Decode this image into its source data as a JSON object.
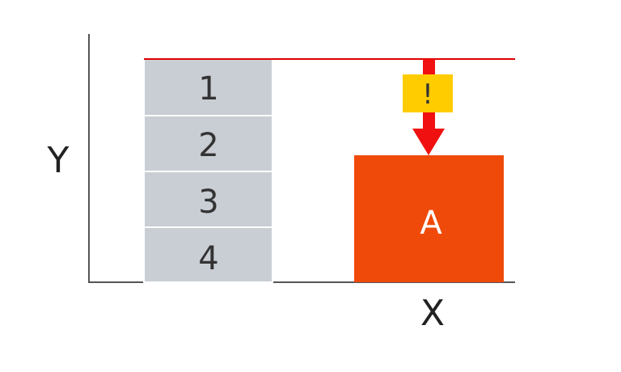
{
  "axes": {
    "x_label": "X",
    "y_label": "Y"
  },
  "stack": {
    "blocks": [
      {
        "label": "1"
      },
      {
        "label": "2"
      },
      {
        "label": "3"
      },
      {
        "label": "4"
      }
    ]
  },
  "box": {
    "label": "A"
  },
  "warning": {
    "label": "!"
  },
  "colors": {
    "stack_block": "#c9ced4",
    "box": "#ef4a0a",
    "limit_line": "#e00000",
    "arrow": "#f01010",
    "warning_badge": "#ffcc00",
    "axis": "#555555"
  }
}
